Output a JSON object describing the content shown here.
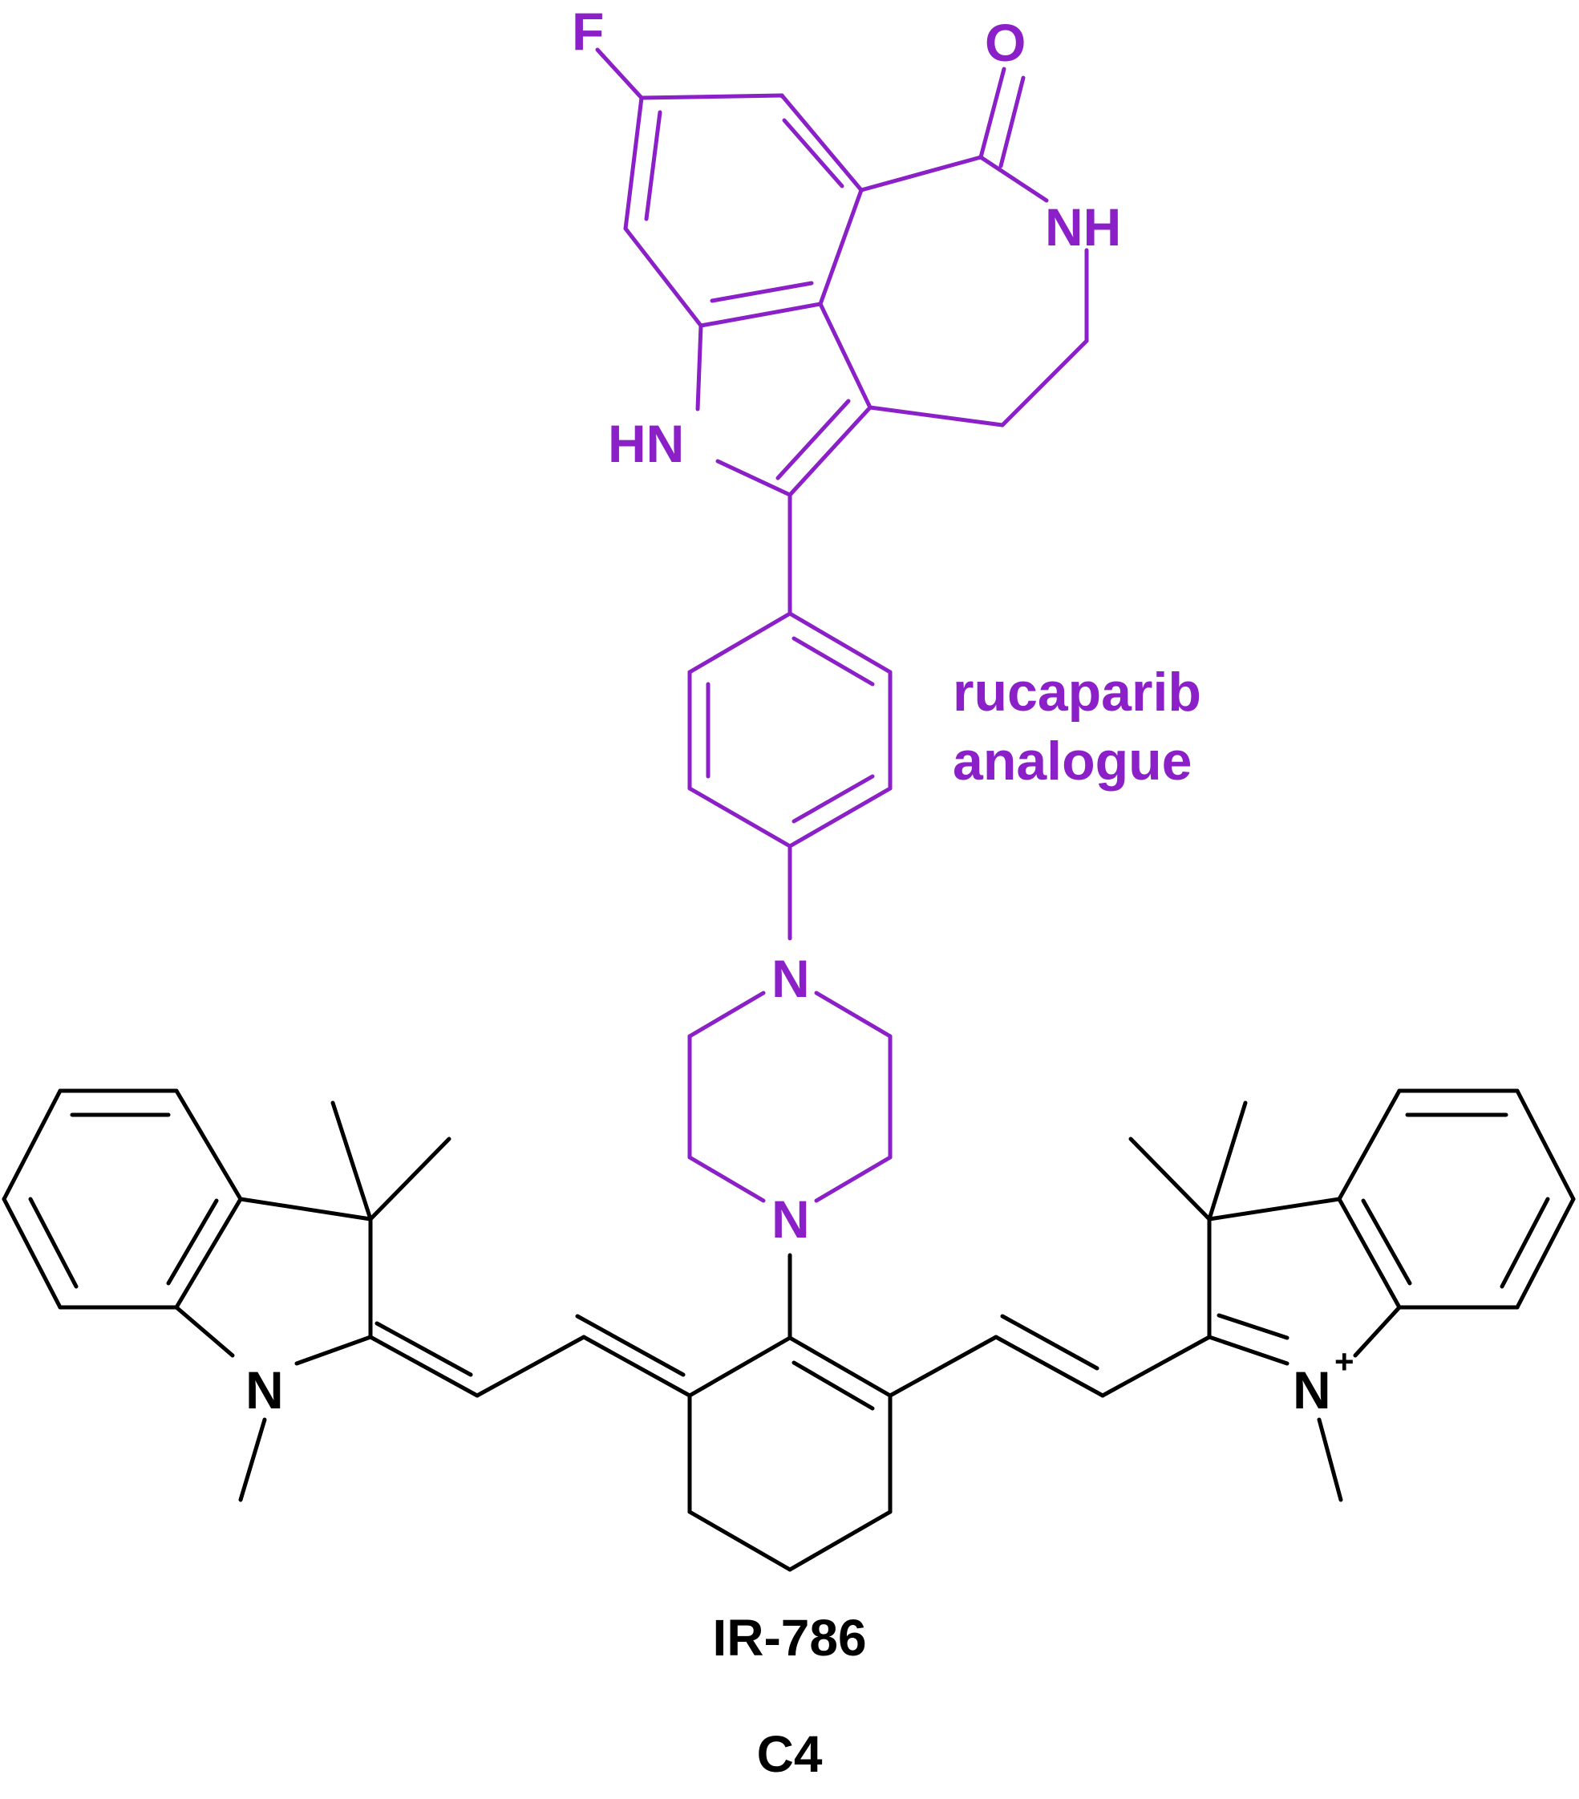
{
  "colors": {
    "rucaparib_fragment": "#8B1FC8",
    "dye_fragment": "#000000",
    "background": "#ffffff"
  },
  "fragment_label": {
    "line1": "rucaparib",
    "line2": "analogue"
  },
  "atoms": {
    "fluorine": "F",
    "carbonyl_oxygen": "O",
    "lactam_nh": "NH",
    "indole_nh": "HN",
    "piperazine_n_top": "N",
    "piperazine_n_bottom": "N",
    "indoline_n_left": "N",
    "indolium_n_right": "N",
    "indolium_charge": "+"
  },
  "captions": {
    "dye_name": "IR-786",
    "compound_id": "C4"
  }
}
